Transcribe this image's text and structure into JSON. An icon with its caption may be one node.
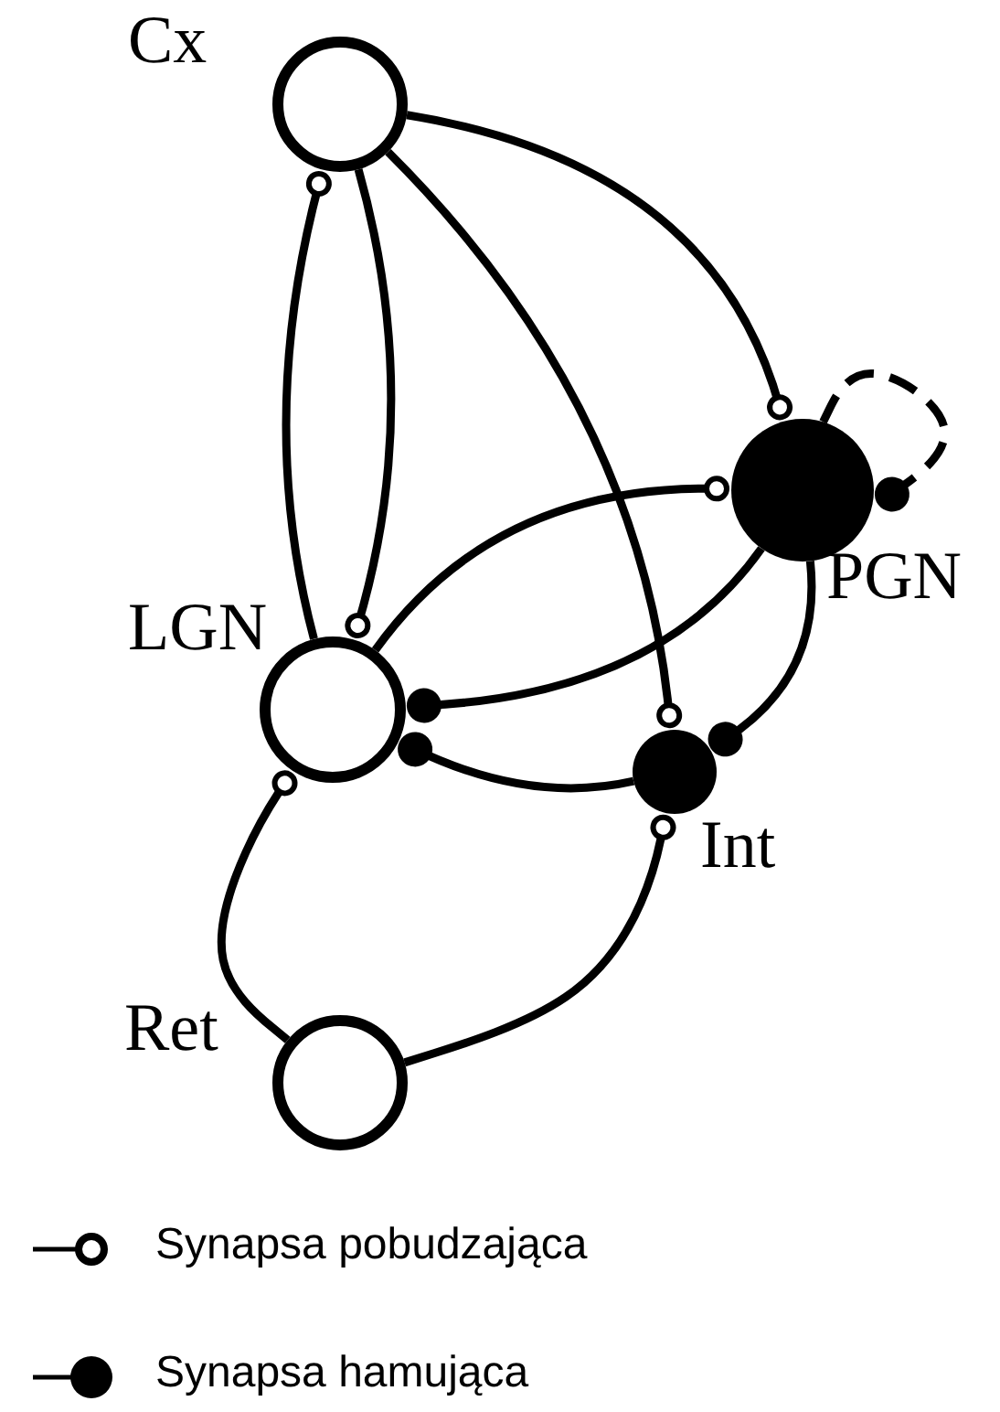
{
  "diagram": {
    "nodes": [
      {
        "text": [
          "Cx"
        ]
      },
      {
        "text": [
          "PGN"
        ]
      },
      {
        "text": [
          "LGN"
        ]
      },
      {
        "text": [
          "Int"
        ]
      },
      {
        "text": [
          "Ret"
        ]
      }
    ],
    "edges": [
      {
        "from": 0,
        "to": 1,
        "arrow": "other"
      },
      {
        "from": 2,
        "to": 0,
        "arrow": "other"
      },
      {
        "from": 0,
        "to": 2,
        "arrow": "other"
      },
      {
        "from": 0,
        "to": 3,
        "arrow": "other"
      },
      {
        "from": 2,
        "to": 1,
        "arrow": "other"
      },
      {
        "from": 1,
        "to": 2,
        "arrow": "other"
      },
      {
        "from": 1,
        "to": 1,
        "arrow": "other",
        "style": "dashed"
      },
      {
        "from": 1,
        "to": 3,
        "arrow": "other"
      },
      {
        "from": 3,
        "to": 2,
        "arrow": "other"
      },
      {
        "from": 4,
        "to": 2,
        "arrow": "other"
      },
      {
        "from": 4,
        "to": 3,
        "arrow": "other"
      }
    ],
    "legend": [
      {
        "text": "Synapsa pobudzająca"
      },
      {
        "text": "Synapsa hamująca"
      }
    ]
  }
}
